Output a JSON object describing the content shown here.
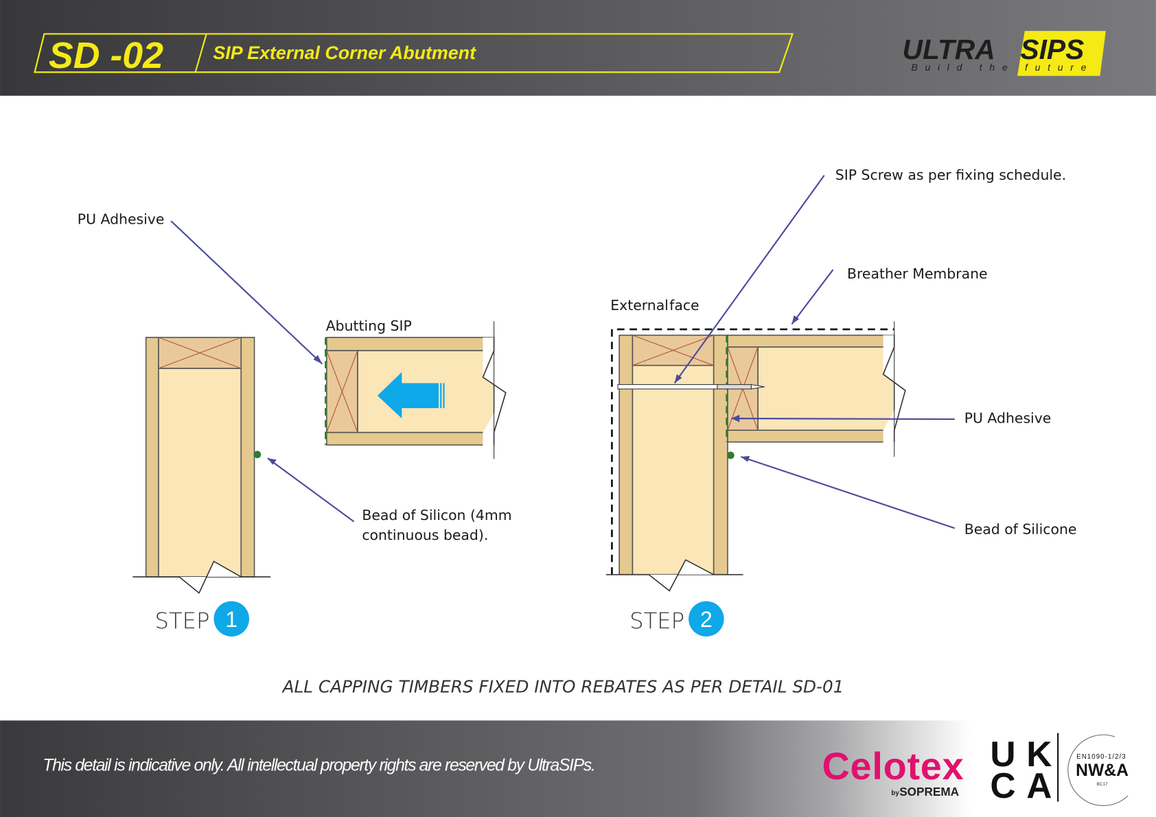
{
  "header": {
    "code": "SD -02",
    "title": "SIP External Corner Abutment",
    "logo": {
      "brand_left": "ULTRA",
      "brand_right": "SIPS",
      "tagline": "Build the future"
    },
    "accent_color": "#f5ea14"
  },
  "step1": {
    "step_label": "STEP",
    "step_number": "1",
    "labels": {
      "pu_adhesive": "PU Adhesive",
      "abutting_sip": "Abutting SIP",
      "silicon_line1": "Bead of Silicon (4mm",
      "silicon_line2": "continuous bead)."
    }
  },
  "step2": {
    "step_label": "STEP",
    "step_number": "2",
    "labels": {
      "sip_screw": "SIP Screw as per fixing schedule.",
      "breather_membrane": "Breather Membrane",
      "external_face_a": "External",
      "external_face_b": "face",
      "pu_adhesive": "PU Adhesive",
      "bead_of_silicone": "Bead of Silicone"
    }
  },
  "note": "ALL CAPPING TIMBERS FIXED INTO REBATES AS PER DETAIL SD-01",
  "footer": {
    "disclaimer": "This detail is indicative only. All intellectual property rights are reserved by UltraSIPs.",
    "celotex": "Celotex",
    "celotex_by": "by",
    "soprema": "SOPREMA",
    "ukca_top": "UK",
    "ukca_bottom": "CA",
    "cert_standard": "EN1090-1/2/3",
    "cert_name": "NW&A",
    "cert_code": "BC17"
  },
  "colors": {
    "step_badge": "#0fa8e8",
    "arrow": "#0fa8e8",
    "annotation_line": "#4b4b9b",
    "celotex": "#e0116f",
    "silicone": "#2f7a2f"
  }
}
